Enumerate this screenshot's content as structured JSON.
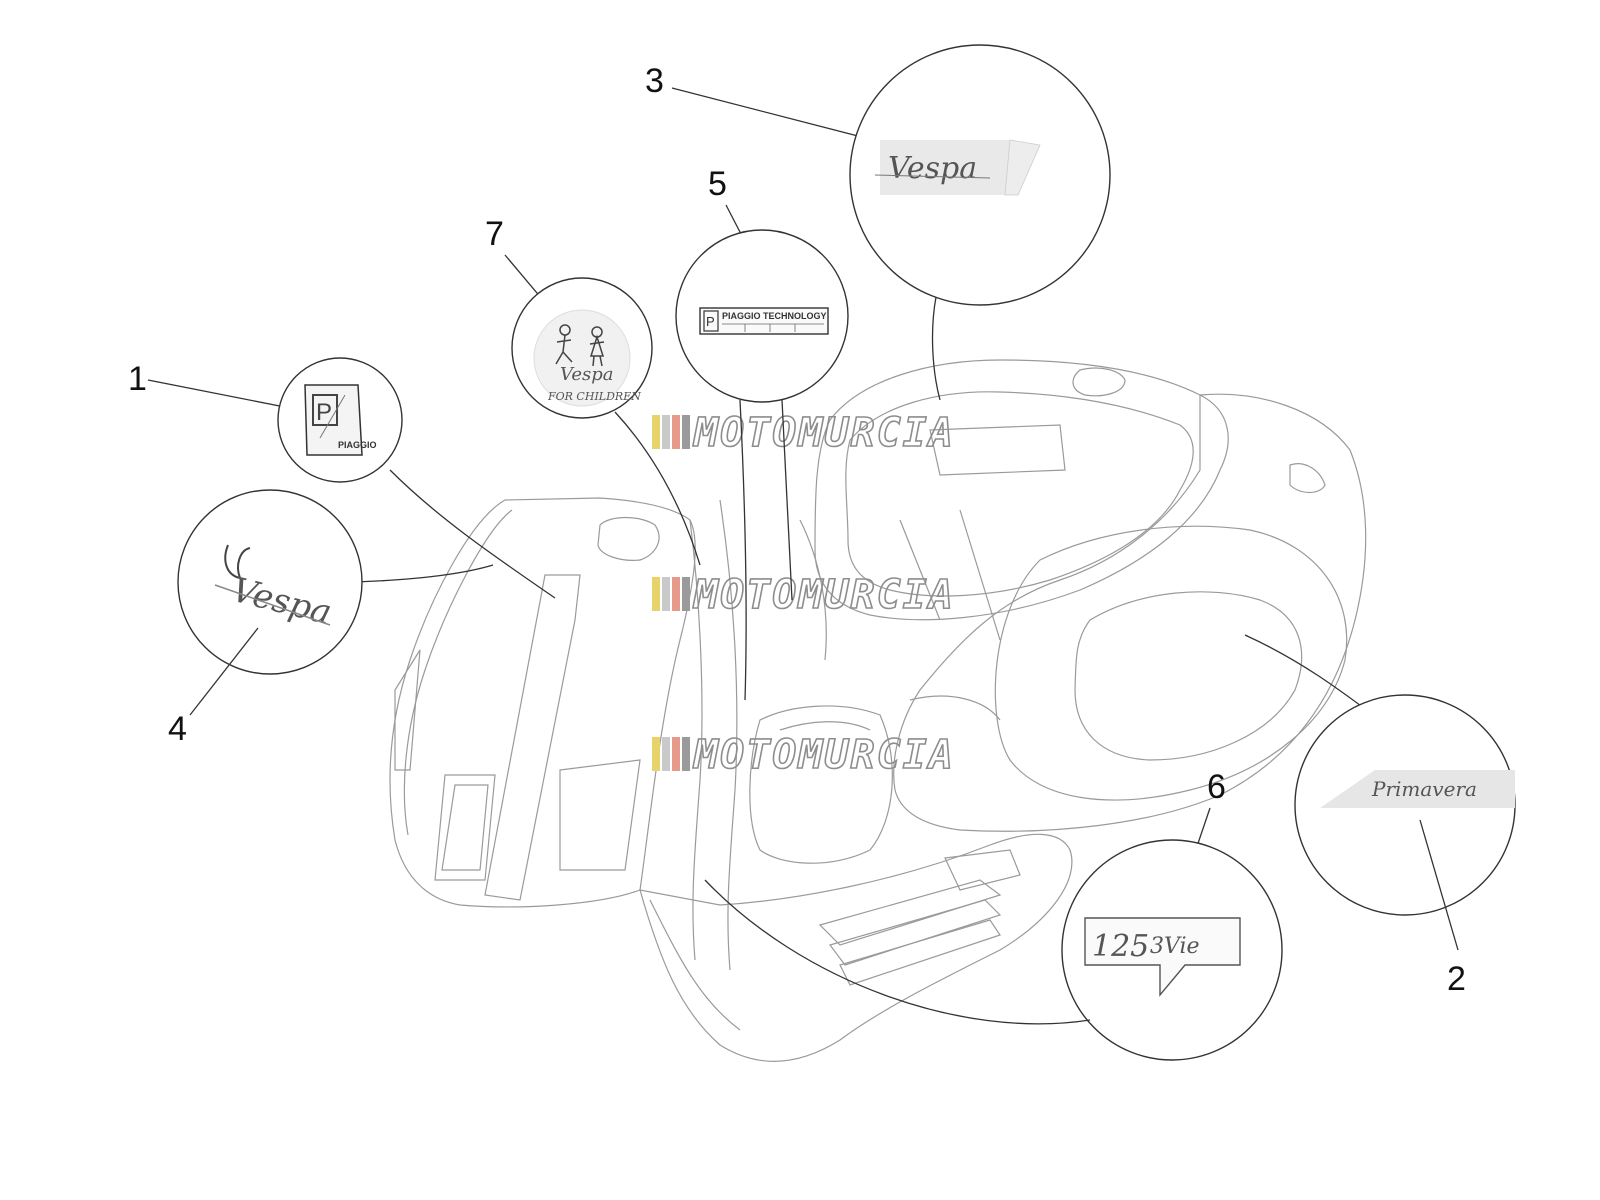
{
  "callouts": [
    {
      "number": "1",
      "part": "piaggio-badge"
    },
    {
      "number": "2",
      "part": "primavera-decal"
    },
    {
      "number": "3",
      "part": "vespa-side-decal"
    },
    {
      "number": "4",
      "part": "vespa-front-logo"
    },
    {
      "number": "5",
      "part": "piaggio-technology-plate"
    },
    {
      "number": "6",
      "part": "125-3vie-decal"
    },
    {
      "number": "7",
      "part": "vespa-for-children-decal"
    }
  ],
  "decals": {
    "piaggio_badge_text": "PIAGGIO",
    "piaggio_technology_text": "PIAGGIO TECHNOLOGY",
    "for_children_text": "FOR CHILDREN",
    "vespa_script": "Vespa",
    "primavera_script": "Primavera",
    "engine_125": "125",
    "engine_3vie": "3Vie"
  },
  "watermark": {
    "text": "MOTOMURCIA",
    "stripe_colors": [
      "#e8d36a",
      "#c9c9c9",
      "#e89a8a",
      "#9a9a9a"
    ]
  },
  "colors": {
    "outline": "#9a9a9a",
    "leader": "#333333"
  }
}
